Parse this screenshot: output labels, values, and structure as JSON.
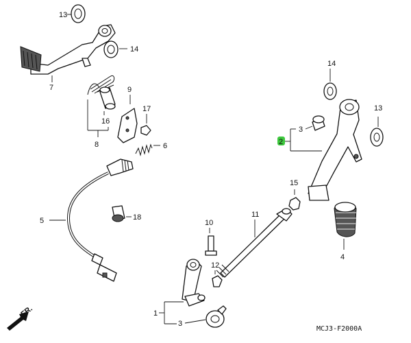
{
  "labels": {
    "left_13": "13",
    "left_14": "14",
    "left_7": "7",
    "left_9": "9",
    "left_17": "17",
    "left_16": "16",
    "left_8": "8",
    "left_6": "6",
    "left_5": "5",
    "left_18": "18",
    "right_14": "14",
    "right_13": "13",
    "right_3": "3",
    "right_2": "2",
    "right_15": "15",
    "right_4": "4",
    "mid_11": "11",
    "mid_10": "10",
    "mid_12": "12",
    "bottom_1": "1",
    "bottom_3": "3"
  },
  "fr_label": "FR.",
  "diagram_code": "MCJ3-F2000A",
  "highlight_color": "#3ec83e"
}
